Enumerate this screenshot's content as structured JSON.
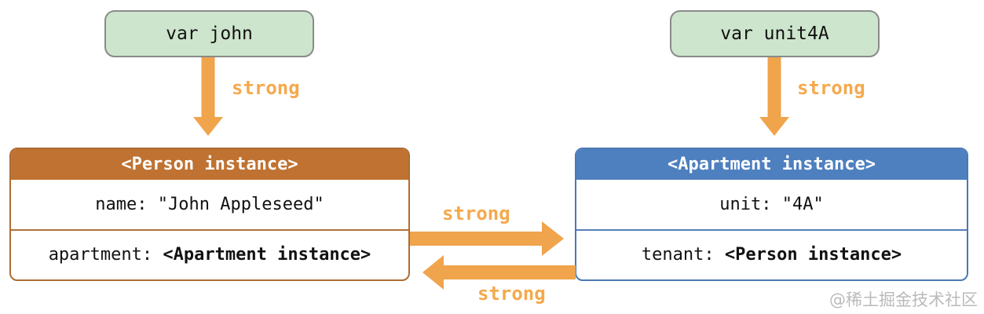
{
  "vars": [
    {
      "label": "var john"
    },
    {
      "label": "var unit4A"
    }
  ],
  "person": {
    "header": "<Person instance>",
    "rows": [
      {
        "text": "name: \"John Appleseed\""
      },
      {
        "prefix": "apartment: ",
        "bold": "<Apartment instance>"
      }
    ]
  },
  "apartment": {
    "header": "<Apartment instance>",
    "rows": [
      {
        "text": "unit: \"4A\""
      },
      {
        "prefix": "tenant: ",
        "bold": "<Person instance>"
      }
    ]
  },
  "labels": {
    "strong": "strong"
  },
  "watermark": "@稀土掘金技术社区",
  "colors": {
    "arrow": "#F0A44C",
    "strong_label": "#F5A94C",
    "person_header": "#BF7231",
    "person_border": "#AE6C33",
    "apartment_header": "#4E80BF",
    "apartment_border": "#4B79B4",
    "var_fill": "#CDE5CC",
    "var_border": "#8A8A8A",
    "watermark": "#BABABA"
  }
}
